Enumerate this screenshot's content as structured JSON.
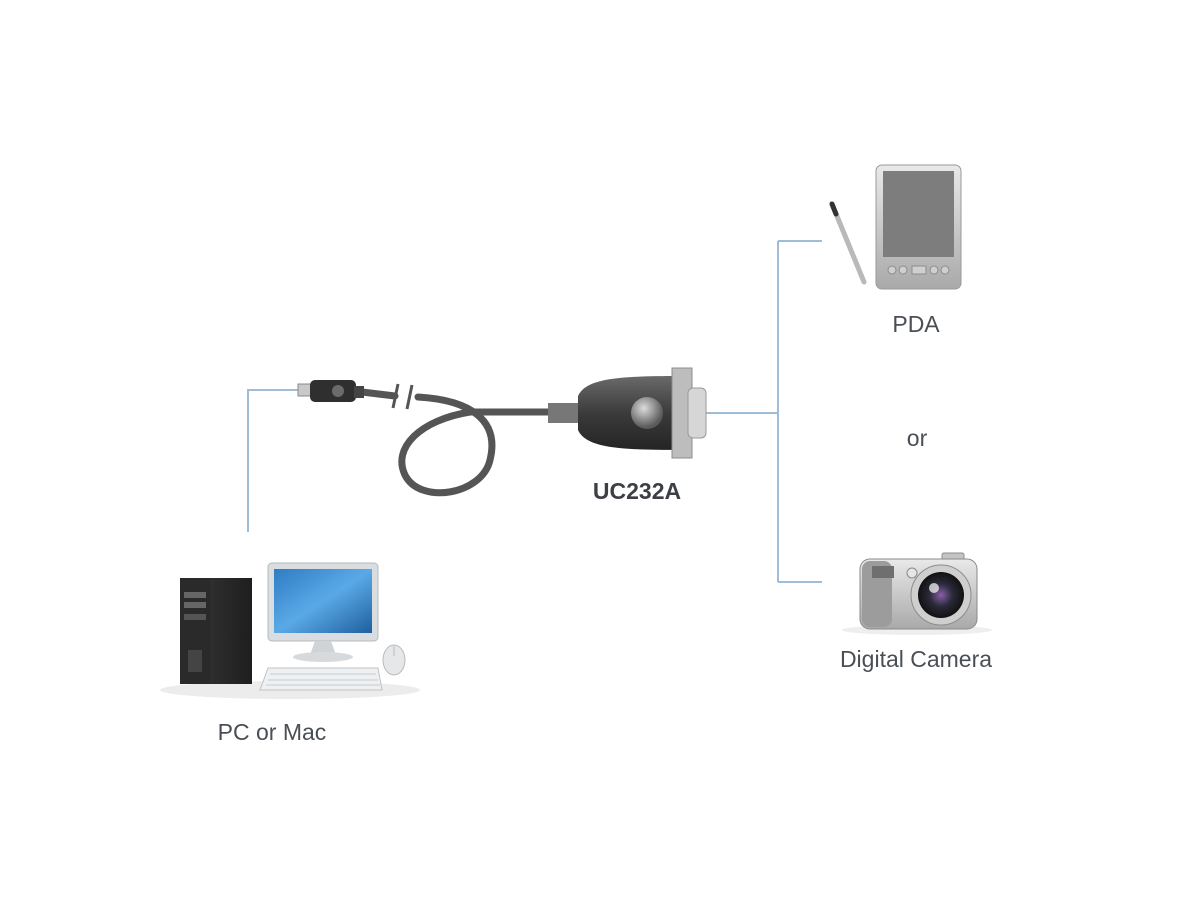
{
  "diagram": {
    "product_label": "UC232A",
    "host_label": "PC or Mac",
    "devices": [
      {
        "label": "PDA",
        "icon": "pda-icon"
      },
      {
        "label": "Digital Camera",
        "icon": "digital-camera-icon"
      }
    ],
    "separator_label": "or",
    "colors": {
      "connector_line": "#9fbdd6",
      "cable": "#555555",
      "label_text": "#4a4f55"
    }
  }
}
